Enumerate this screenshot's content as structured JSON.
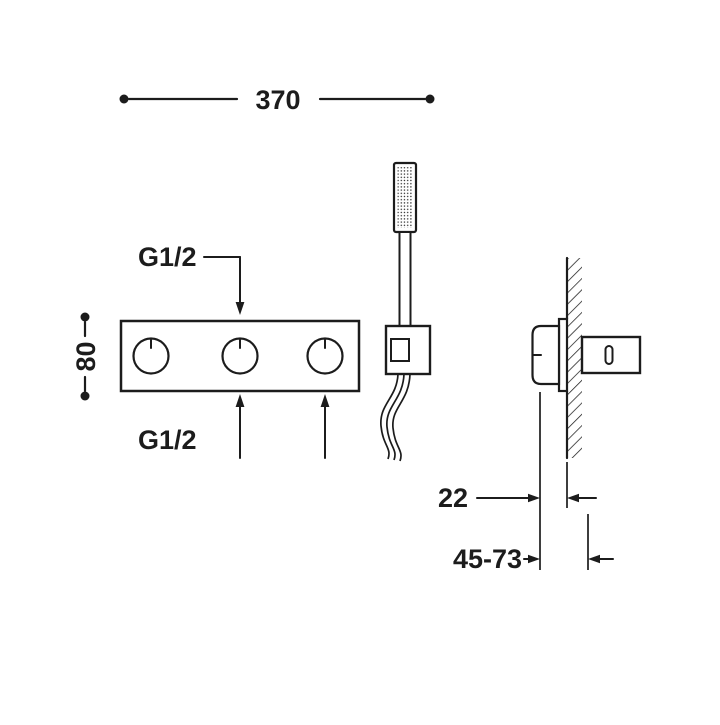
{
  "drawing": {
    "kind": "technical-dimension-drawing",
    "colors": {
      "line": "#1c1c1c",
      "background": "#ffffff"
    },
    "labels": {
      "width": "370",
      "height": "80",
      "inlet_top": "G1/2",
      "inlet_bottom": "G1/2",
      "wall_offset": "22",
      "installation_depth": "45-73"
    }
  }
}
